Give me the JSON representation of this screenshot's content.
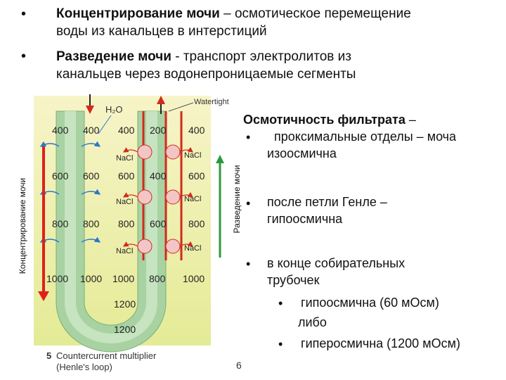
{
  "header": {
    "bullet_1": {
      "term": "Концентрирование мочи",
      "text_line1": " – осмотическое перемещение",
      "text_line2": "воды из канальцев в интерстиций"
    },
    "bullet_2": {
      "term": "Разведение мочи",
      "text_line1": "  -  транспорт электролитов из",
      "text_line2": "канальцев через водонепроницаемые сегменты"
    }
  },
  "diagram": {
    "h2o_label": "H₂O",
    "watertight_label": "Watertight",
    "nacl_label": "NaCl",
    "side_label_left": "Концентрирование мочи",
    "side_label_right": "Разведение мочи",
    "rows": [
      [
        "400",
        "400",
        "400",
        "200",
        "400"
      ],
      [
        "600",
        "600",
        "600",
        "400",
        "600"
      ],
      [
        "800",
        "800",
        "800",
        "600",
        "800"
      ],
      [
        "1000",
        "1000",
        "1000",
        "800",
        "1000"
      ]
    ],
    "bottom_values": [
      "1200",
      "1200"
    ],
    "caption_number": "5",
    "caption_line1": "Countercurrent multiplier",
    "caption_line2": "(Henle's loop)",
    "page_number": "6",
    "colors": {
      "background_top": "#f7f4c8",
      "background_bottom": "#e4eb96",
      "tubule_fill": "#a9d2a3",
      "lumen_fill": "#c6e4c0",
      "red_wall": "#d22a1e",
      "arrow_blue": "#2a79c6",
      "red_arrow": "#e0201a",
      "green_arrow": "#2d9a3a",
      "pump_pink": "#f3c6c6"
    }
  },
  "right_panel": {
    "title": "Осмотичность фильтрата",
    "title_suffix": " –",
    "item_1_line1": "проксимальные отделы –  моча",
    "item_1_line2": "изоосмична",
    "item_2_line1": "после петли Генле –",
    "item_2_line2": "гипоосмична",
    "item_3_line1": "в конце собирательных",
    "item_3_line2": "трубочек",
    "sub_1": "гипоосмична (60 мОсм)",
    "sub_connector": "либо",
    "sub_2": "гиперосмична (1200 мОсм)"
  }
}
